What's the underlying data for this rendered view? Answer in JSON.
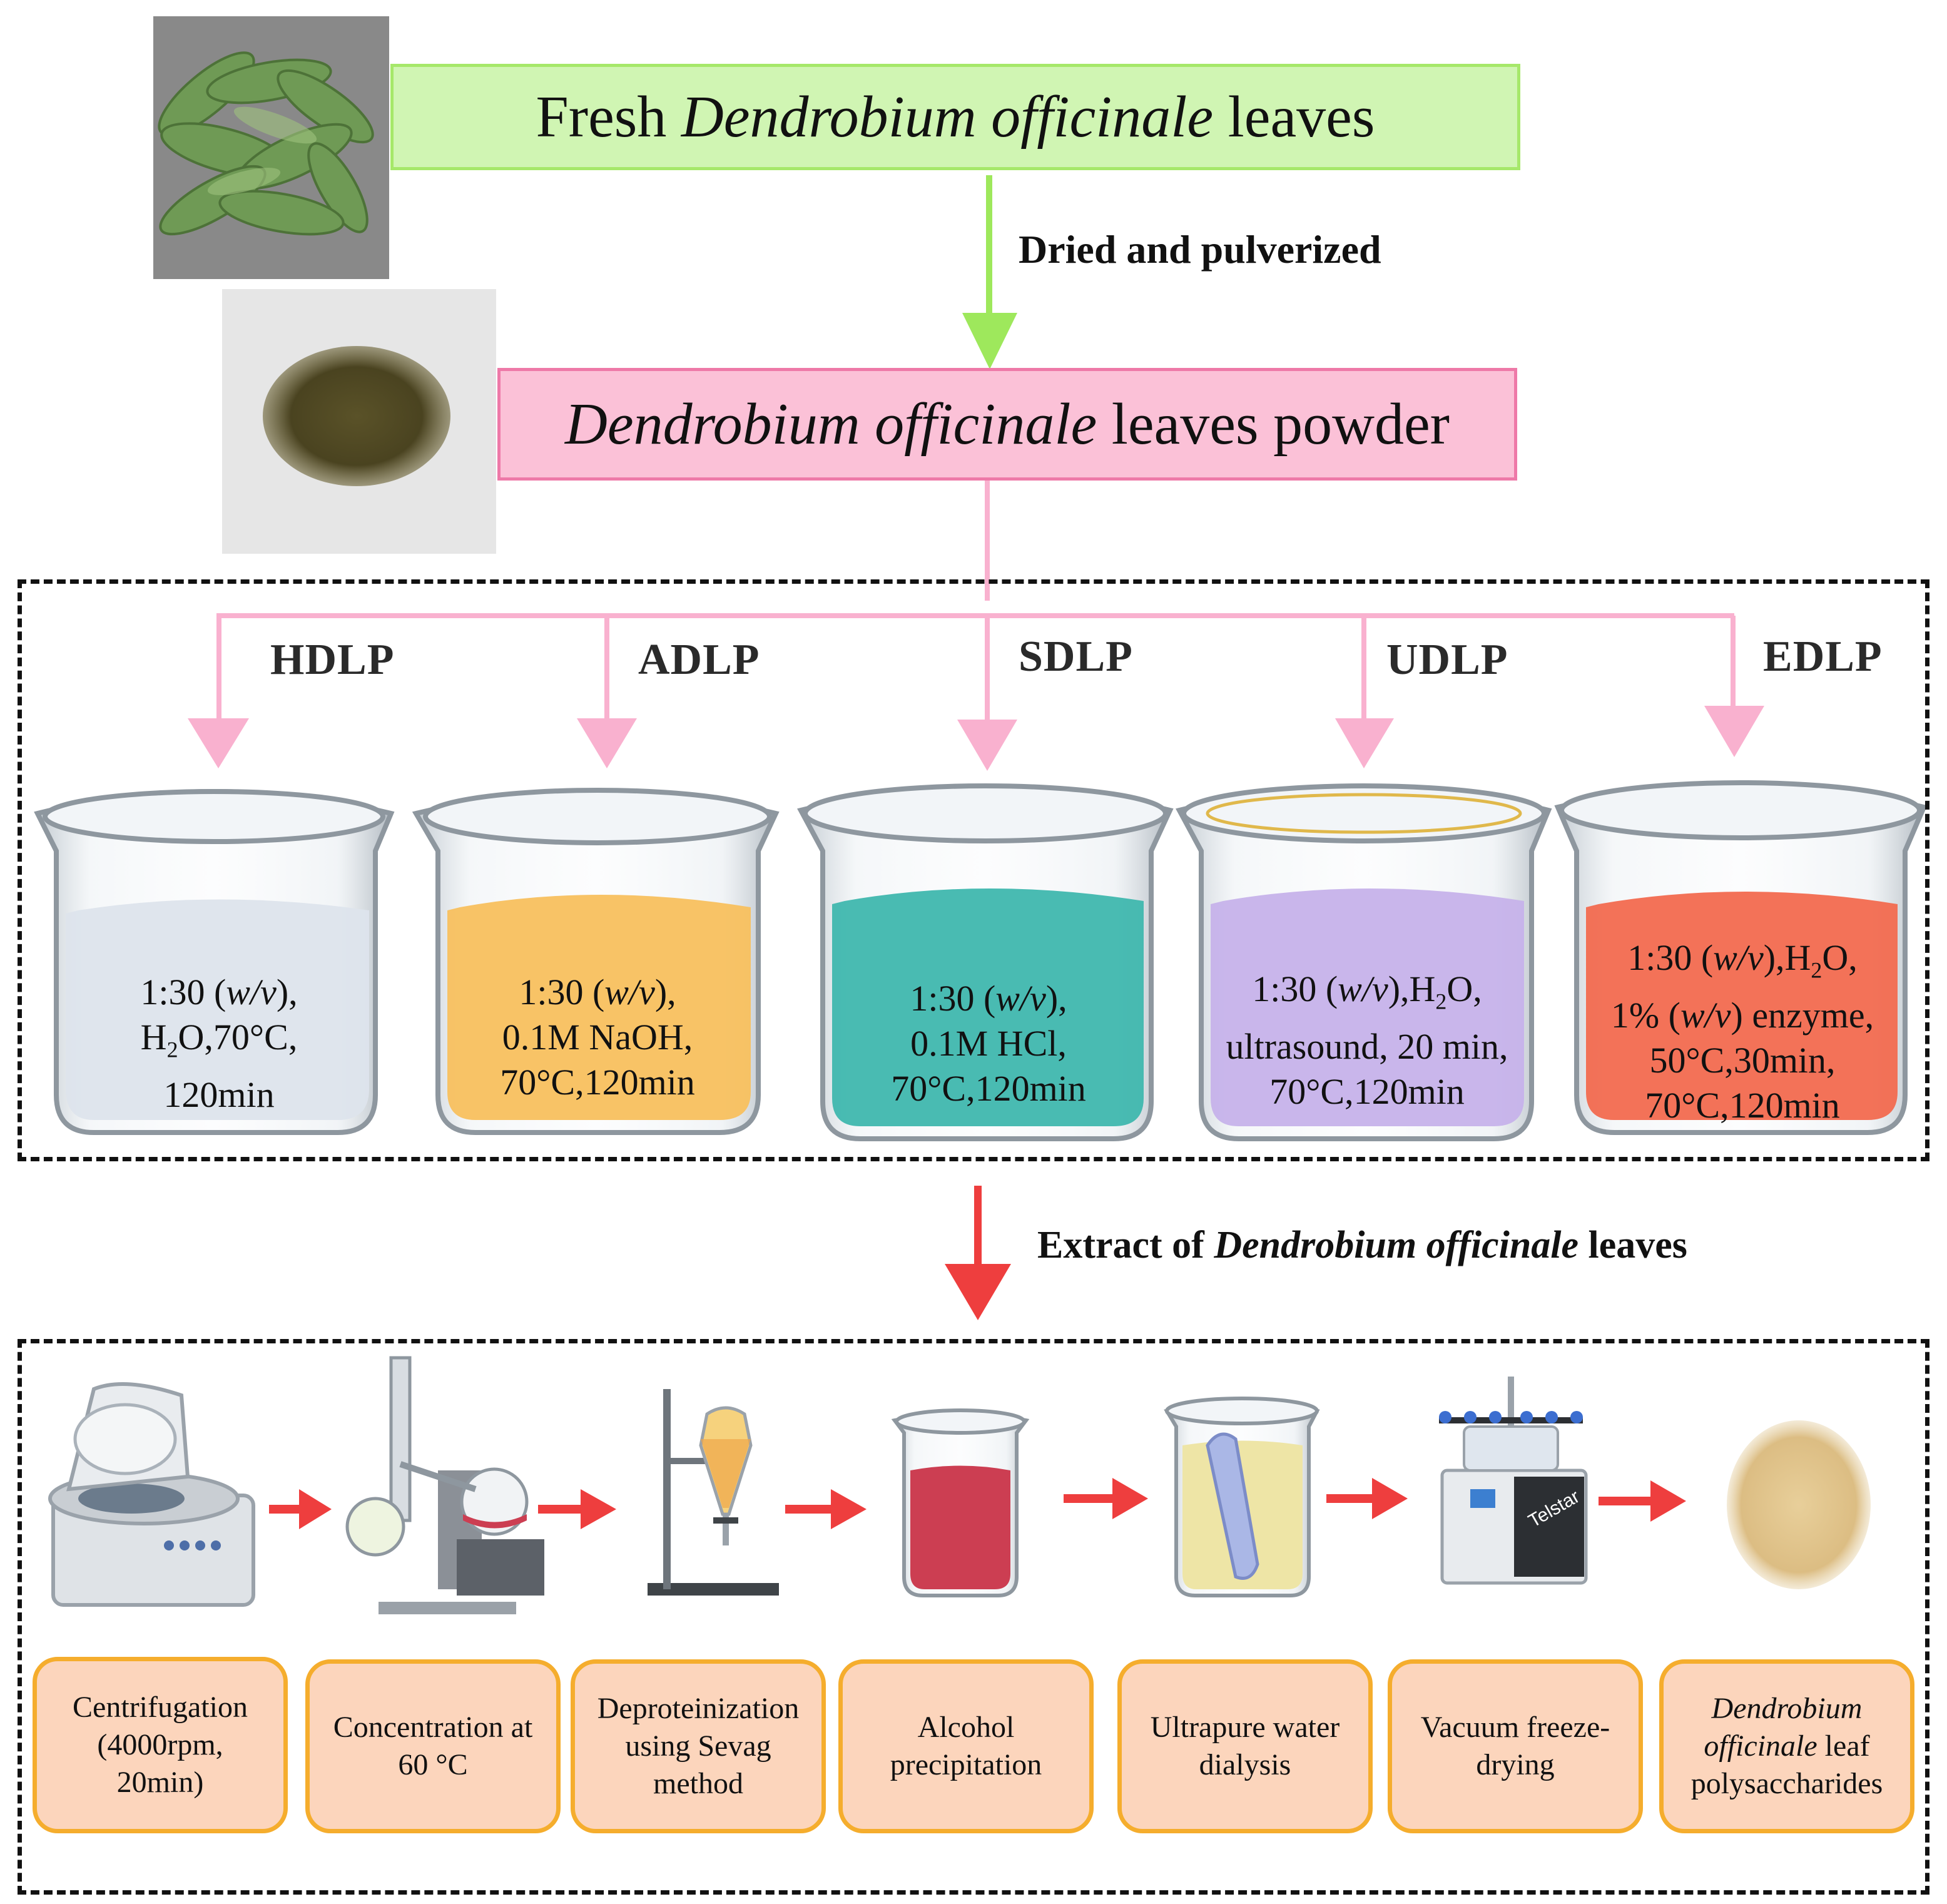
{
  "top": {
    "fresh_leaves": {
      "pre": "Fresh ",
      "it": "Dendrobium officinale",
      "post": " leaves"
    },
    "step1": "Dried and pulverized",
    "powder": {
      "it": "Dendrobium officinale",
      "post": " leaves powder"
    }
  },
  "methods": [
    {
      "label": "HDLP",
      "lines": [
        [
          "1:30 (",
          "w/v",
          "),"
        ],
        [
          "H",
          "2",
          "O,70°C,"
        ],
        [
          "120min"
        ]
      ]
    },
    {
      "label": "ADLP",
      "lines": [
        [
          "1:30 (",
          "w/v",
          "),"
        ],
        [
          "0.1M NaOH,"
        ],
        [
          "70°C,120min"
        ]
      ]
    },
    {
      "label": "SDLP",
      "lines": [
        [
          "1:30 (",
          "w/v",
          "),"
        ],
        [
          "0.1M HCl,"
        ],
        [
          "70°C,120min"
        ]
      ]
    },
    {
      "label": "UDLP",
      "lines": [
        [
          "1:30 (",
          "w/v",
          "),H",
          "2",
          "O,"
        ],
        [
          "ultrasound, 20 min,"
        ],
        [
          "70°C,120min"
        ]
      ]
    },
    {
      "label": "EDLP",
      "lines": [
        [
          "1:30 (",
          "w/v",
          "),H",
          "2",
          "O,"
        ],
        [
          "1% (",
          "w/v",
          ") enzyme,"
        ],
        [
          "50°C,30min,"
        ],
        [
          "70°C,120min"
        ]
      ]
    }
  ],
  "extract": {
    "pre": "Extract of ",
    "it": "Dendrobium officinale",
    "post": " leaves"
  },
  "steps": {
    "s1": [
      "Centrifugation",
      "(4000rpm,",
      "20min)"
    ],
    "s2": [
      "Concentration at",
      "60 °C"
    ],
    "s3": [
      "Deproteinization",
      "using Sevag",
      "method"
    ],
    "s4": [
      "Alcohol",
      "precipitation"
    ],
    "s5": [
      "Ultrapure water",
      "dialysis"
    ],
    "s6": [
      "Vacuum freeze-",
      "drying"
    ],
    "s7": {
      "it1": "Dendrobium",
      "it2": "officinale",
      "rest": " leaf",
      "last": "polysaccharides"
    }
  },
  "freeze_dryer_brand": "Telstar",
  "colors": {
    "green_box": "#d0f5b3",
    "green_border": "#a6e86a",
    "green_arrow": "#9ee85c",
    "pink_box": "#fbc1d7",
    "pink_border": "#ee79a8",
    "pink_arrow": "#f9b1cf",
    "red_arrow": "#ee3e3e",
    "step_fill": "#fcd5bc",
    "step_border": "#f5ad2d",
    "liquid_water": "#dde4ec",
    "liquid_naoh": "#f8c05e",
    "liquid_hcl": "#3fb7ae",
    "liquid_ultra": "#c6b2ea",
    "liquid_enzyme": "#f26a4f"
  }
}
